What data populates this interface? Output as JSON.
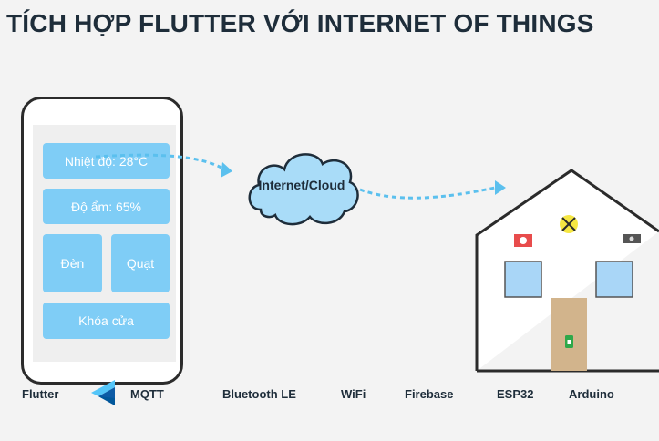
{
  "title": "TÍCH HỢP FLUTTER VỚI INTERNET OF THINGS",
  "phone": {
    "tiles": {
      "temperature": "Nhiệt độ: 28°C",
      "humidity": "Độ ẩm: 65%",
      "light": "Đèn",
      "fan": "Quạt",
      "lock": "Khóa cửa"
    }
  },
  "cloud": {
    "label": "Internet/Cloud"
  },
  "technologies": [
    "Flutter",
    "MQTT",
    "Bluetooth LE",
    "WiFi",
    "Firebase",
    "ESP32",
    "Arduino"
  ],
  "colors": {
    "tile": "#7fcdf6",
    "arrow": "#5bc0ee",
    "cloud_fill": "#a9dcf8",
    "window": "#a9d6f7",
    "door": "#d2b48c",
    "alarm": "#e84c4c",
    "bulb": "#f5e642",
    "title": "#1e2d3a"
  }
}
